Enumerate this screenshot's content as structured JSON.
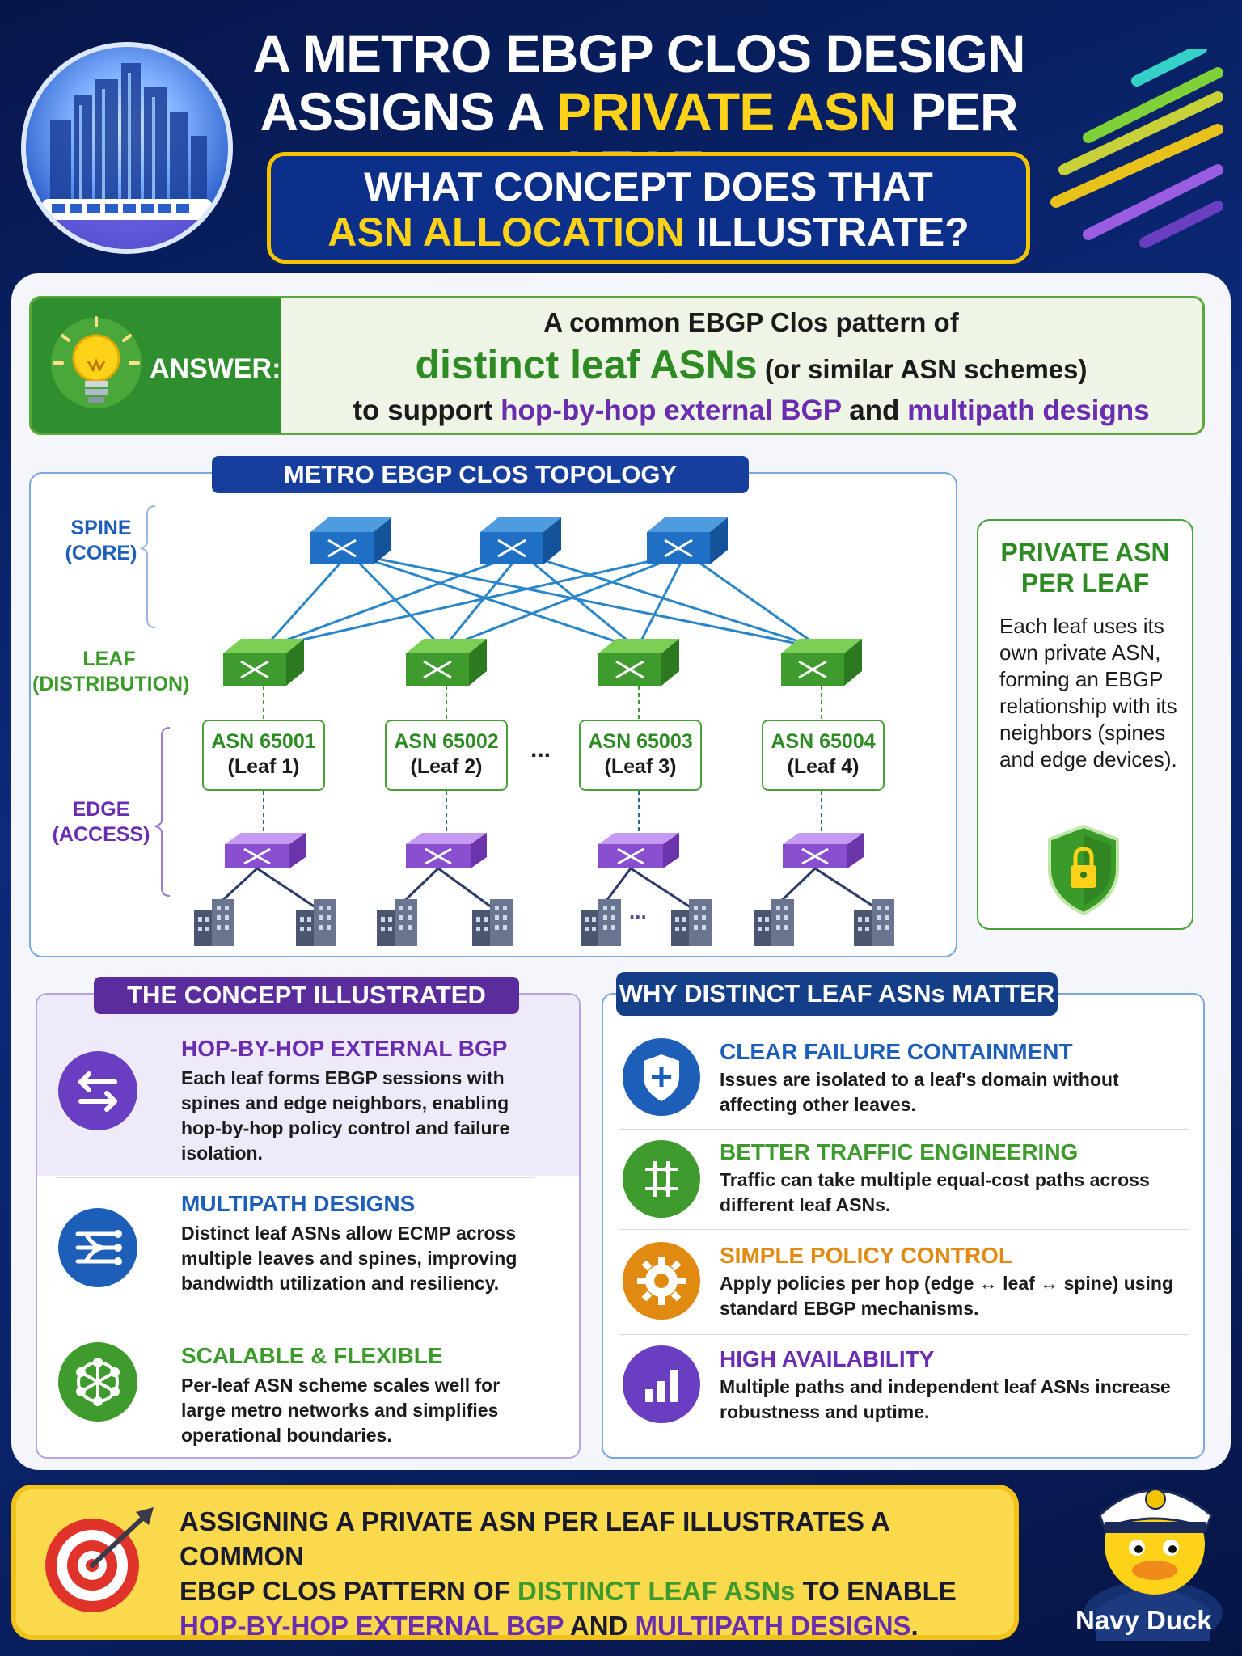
{
  "header": {
    "title_line1": "A METRO EBGP CLOS DESIGN",
    "title_line2_pre": "ASSIGNS A ",
    "title_line2_hl": "PRIVATE ASN",
    "title_line2_post": " PER LEAF.",
    "question_line1": "WHAT CONCEPT DOES THAT",
    "question_line2_hl": "ASN ALLOCATION",
    "question_line2_post": " ILLUSTRATE?"
  },
  "answer": {
    "label": "ANSWER:",
    "line1": "A common EBGP Clos pattern of",
    "line2_hl": "distinct leaf ASNs",
    "line2_post": " (or similar ASN schemes)",
    "line3_pre": "to support ",
    "line3_hl1": "hop-by-hop external BGP",
    "line3_mid": " and ",
    "line3_hl2": "multipath designs"
  },
  "topology": {
    "title": "METRO EBGP CLOS TOPOLOGY",
    "tiers": {
      "spine_1": "SPINE",
      "spine_2": "(CORE)",
      "leaf_1": "LEAF",
      "leaf_2": "(DISTRIBUTION)",
      "edge_1": "EDGE",
      "edge_2": "(ACCESS)"
    },
    "leaves": [
      {
        "asn": "ASN 65001",
        "name": "(Leaf 1)"
      },
      {
        "asn": "ASN 65002",
        "name": "(Leaf 2)"
      },
      {
        "asn": "ASN 65003",
        "name": "(Leaf 3)"
      },
      {
        "asn": "ASN 65004",
        "name": "(Leaf 4)"
      }
    ],
    "ellipsis": "...",
    "ellipsis2": "..."
  },
  "private_asn": {
    "title_1": "PRIVATE ASN",
    "title_2": "PER LEAF",
    "body": "Each leaf uses its own private ASN, forming an EBGP relationship with its neighbors (spines and edge devices)."
  },
  "concept": {
    "title": "THE CONCEPT ILLUSTRATED",
    "items": [
      {
        "heading": "HOP-BY-HOP EXTERNAL BGP",
        "body": "Each leaf forms EBGP sessions with spines and edge neighbors, enabling hop-by-hop policy control and failure isolation."
      },
      {
        "heading": "MULTIPATH DESIGNS",
        "body": "Distinct leaf ASNs allow ECMP across multiple leaves and spines, improving bandwidth utilization and resiliency."
      },
      {
        "heading": "SCALABLE & FLEXIBLE",
        "body": "Per-leaf ASN scheme scales well for large metro networks and simplifies operational boundaries."
      }
    ]
  },
  "why": {
    "title": "WHY DISTINCT LEAF ASNs MATTER",
    "items": [
      {
        "heading": "CLEAR FAILURE CONTAINMENT",
        "body": "Issues are isolated to a leaf's domain without affecting other leaves."
      },
      {
        "heading": "BETTER TRAFFIC ENGINEERING",
        "body": "Traffic can take multiple equal-cost paths across different leaf ASNs."
      },
      {
        "heading": "SIMPLE POLICY CONTROL",
        "body": "Apply policies per hop (edge ↔ leaf ↔ spine) using standard EBGP mechanisms."
      },
      {
        "heading": "HIGH AVAILABILITY",
        "body": "Multiple paths and independent leaf ASNs increase robustness and uptime."
      }
    ]
  },
  "conclusion": {
    "l1": "ASSIGNING A PRIVATE ASN PER LEAF ILLUSTRATES A COMMON",
    "l2_pre": "EBGP CLOS PATTERN OF ",
    "l2_hl": "DISTINCT LEAF ASNs",
    "l2_post": " TO ENABLE",
    "l3_hl1": "HOP-BY-HOP EXTERNAL BGP",
    "l3_mid": " AND ",
    "l3_hl2": "MULTIPATH DESIGNS",
    "l3_end": "."
  },
  "brand": "Navy Duck",
  "colors": {
    "spine": "#1f6fc4",
    "leaf": "#3f9b2e",
    "edge": "#8a4fcf",
    "accent_yellow": "#ffd21a",
    "purple": "#6a2db0",
    "green": "#2e8a23",
    "blue": "#1d5fb8",
    "orange": "#e08a12"
  },
  "icons": [
    "city-icon",
    "bulb-icon",
    "switch-icon",
    "building-icon",
    "shield-lock-icon",
    "arrows-icon",
    "multipath-icon",
    "network-icon",
    "shield-icon",
    "grid-icon",
    "gear-icon",
    "bar-chart-icon",
    "target-icon",
    "duck-icon"
  ]
}
